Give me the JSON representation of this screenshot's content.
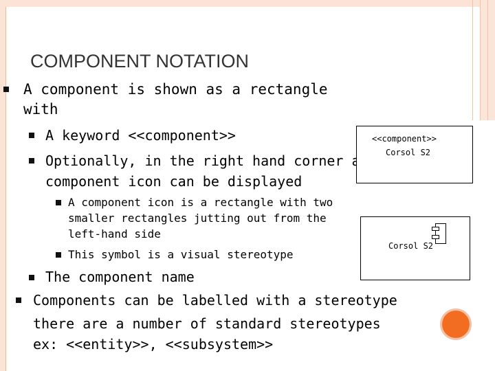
{
  "slide": {
    "title": "COMPONENT NOTATION",
    "bullet1_line1": "A component is shown as a rectangle",
    "bullet1_line2": "with",
    "sub1": "A keyword <<component>>",
    "sub2_line1": "Optionally, in the right hand corner a",
    "sub2_line2": "component icon can be displayed",
    "subsub1_line1": "A component icon  is a rectangle with two",
    "subsub1_line2": "smaller rectangles jutting out from the",
    "subsub1_line3": "left-hand side",
    "subsub2": "This symbol is a visual stereotype",
    "sub3": "The component name",
    "bullet2_line1": "Components can be labelled with a stereotype",
    "bullet2_line2": "there are a number of standard stereotypes",
    "bullet2_line3": "ex: <<entity>>, <<subsystem>>"
  },
  "diagram1": {
    "stereotype": "<<component>>",
    "name": "Corsol S2"
  },
  "diagram2": {
    "name": "Corsol S2",
    "icon": "component-icon"
  },
  "colors": {
    "accent": "#f26d21",
    "frame": "#fbe3d6",
    "frame_line": "#f4c1a6",
    "title": "#333333"
  }
}
